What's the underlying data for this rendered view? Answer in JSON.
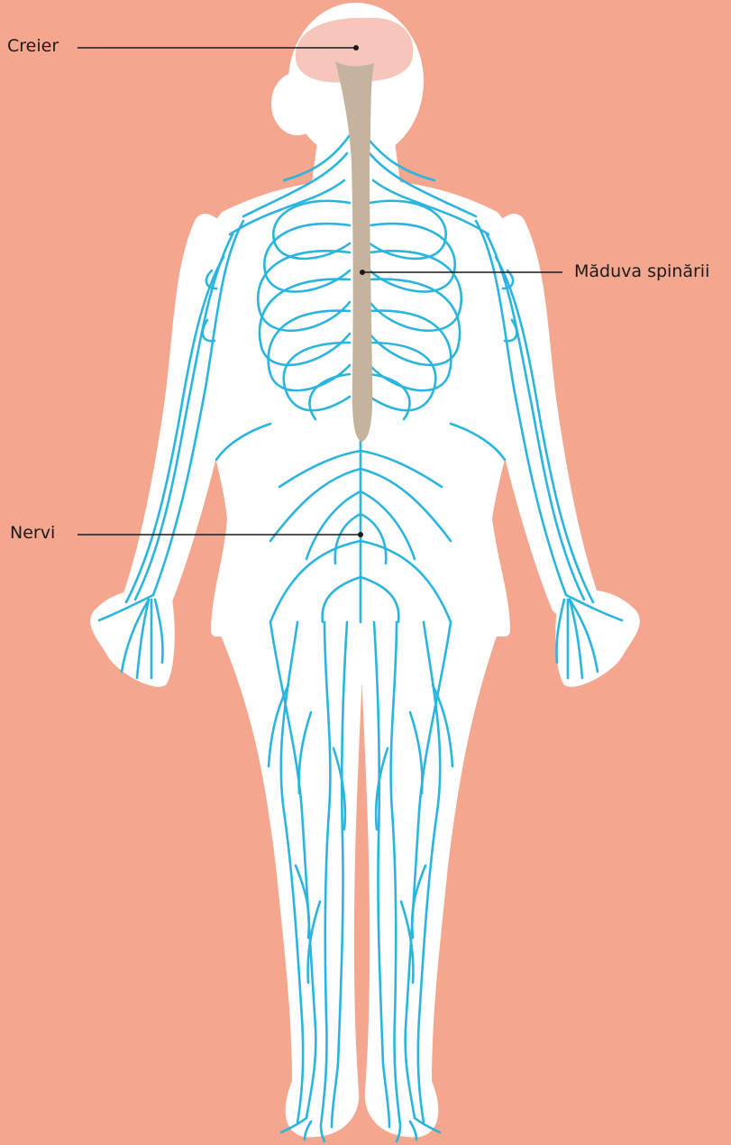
{
  "labels": {
    "brain": "Creier",
    "spinal_cord": "Măduva spinării",
    "nerves": "Nervi"
  },
  "colors": {
    "background": "#f5a68e",
    "body_fill": "#ffffff",
    "nerve": "#2bb5de",
    "brain": "#f7c6bb",
    "spinal_cord": "#c4b49d",
    "leader_line": "#1a1a1a"
  }
}
